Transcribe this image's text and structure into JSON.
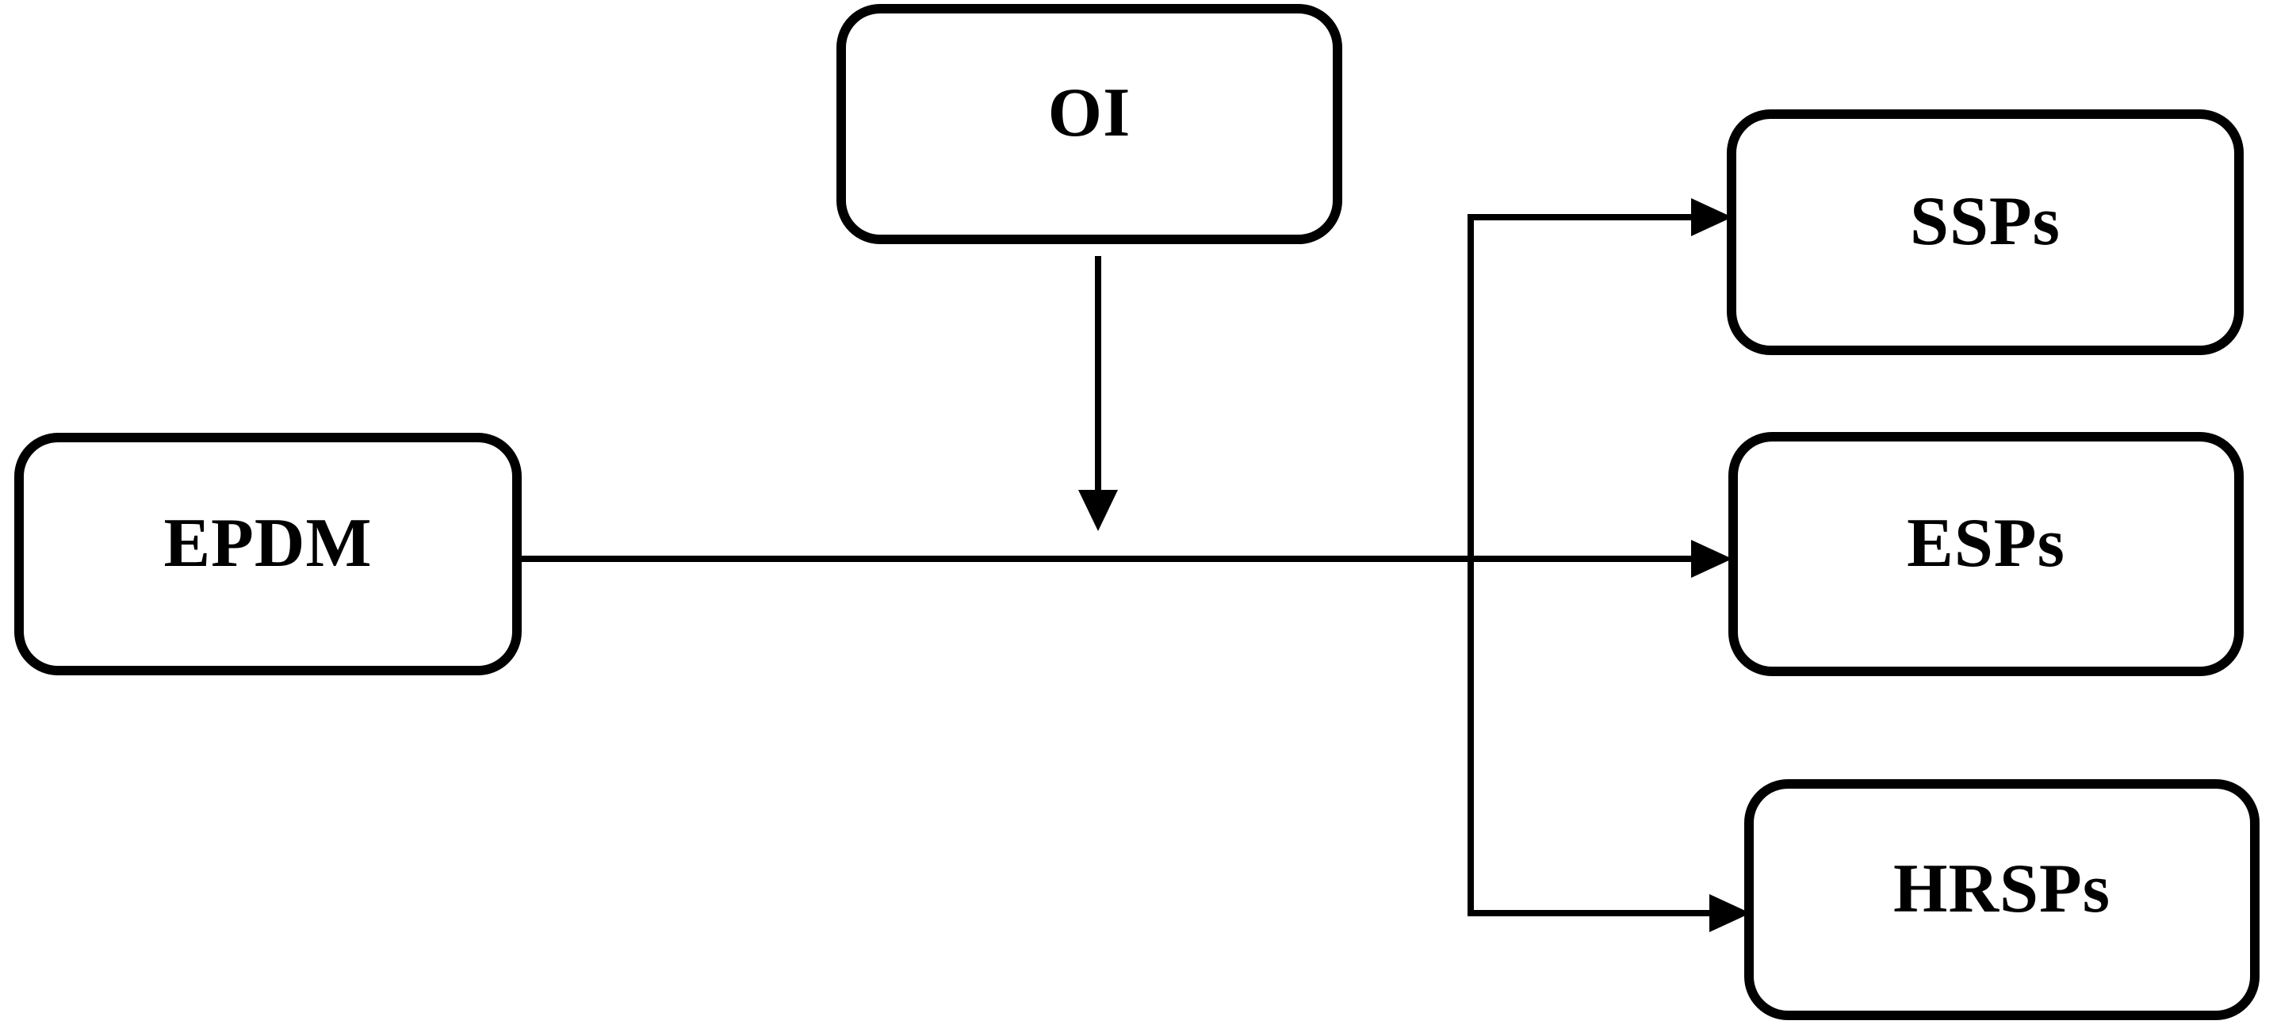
{
  "page": {
    "background": "#ffffff"
  },
  "diagram": {
    "stroke_color": "#000000",
    "fill_color": "#ffffff",
    "text_color": "#000000",
    "nodes": [
      {
        "id": "oi",
        "label": "OI"
      },
      {
        "id": "epdm",
        "label": "EPDM"
      },
      {
        "id": "ssps",
        "label": "SSPs"
      },
      {
        "id": "esps",
        "label": "ESPs"
      },
      {
        "id": "hrsps",
        "label": "HRSPs"
      }
    ],
    "edges": [
      {
        "from": "oi",
        "to": "epdm-esps-line",
        "style": "arrow-down"
      },
      {
        "from": "epdm",
        "to": "esps",
        "style": "arrow-right"
      },
      {
        "from": "epdm",
        "to": "ssps",
        "style": "arrow-right-branch-up"
      },
      {
        "from": "epdm",
        "to": "hrsps",
        "style": "arrow-right-branch-down"
      }
    ]
  }
}
